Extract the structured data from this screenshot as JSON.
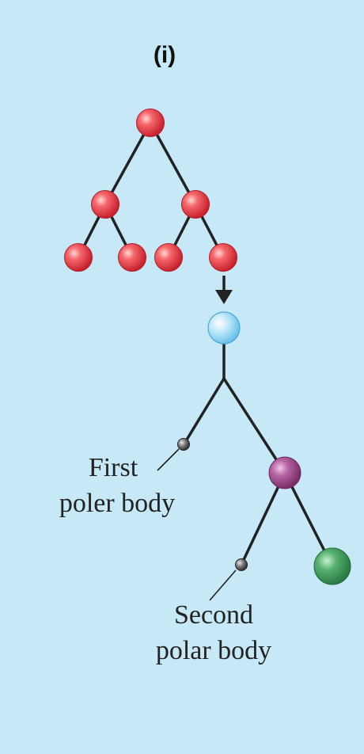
{
  "panel": {
    "label": "(i)"
  },
  "labels": {
    "first_polar_line1": "First",
    "first_polar_line2": "poler body",
    "second_polar_line1": "Second",
    "second_polar_line2": "polar body"
  },
  "colors": {
    "background": "#c7e8f7",
    "oogonia": "#e8404a",
    "primary_oocyte": "#8fd3f3",
    "secondary_oocyte": "#a14c8e",
    "ovum": "#3f9a5b",
    "polar_body": "#555555",
    "line": "#222222"
  }
}
